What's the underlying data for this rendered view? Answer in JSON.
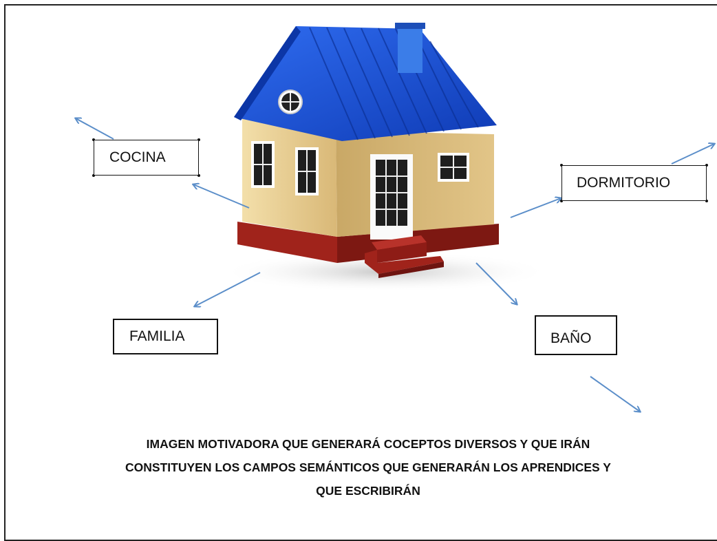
{
  "labels": {
    "cocina": "COCINA",
    "dormitorio": "DORMITORIO",
    "familia": "FAMILIA",
    "bano": "BAÑO"
  },
  "caption": {
    "line1": "IMAGEN MOTIVADORA QUE GENERARÁ COCEPTOS DIVERSOS Y QUE IRÁN",
    "line2": "CONSTITUYEN LOS CAMPOS SEMÁNTICOS QUE GENERARÁN LOS APRENDICES Y",
    "line3": "QUE ESCRIBIRÁN"
  },
  "colors": {
    "arrow": "#5b8ec9",
    "roof": "#1a4fd6",
    "wall": "#e8c98a",
    "base": "#8e1c16"
  }
}
